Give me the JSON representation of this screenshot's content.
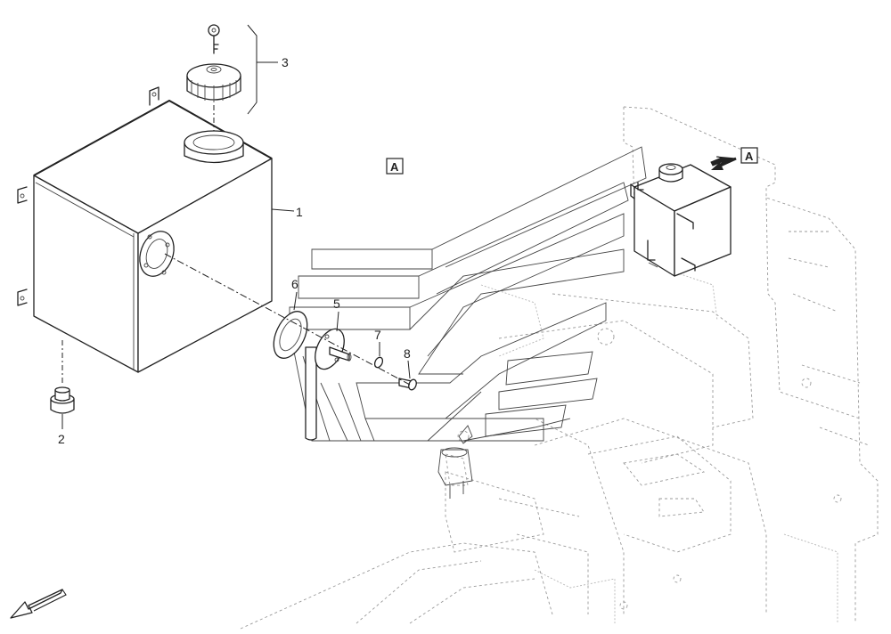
{
  "callouts": [
    {
      "id": "1",
      "label": "1"
    },
    {
      "id": "2",
      "label": "2"
    },
    {
      "id": "3",
      "label": "3"
    },
    {
      "id": "5",
      "label": "5"
    },
    {
      "id": "6",
      "label": "6"
    },
    {
      "id": "7",
      "label": "7"
    },
    {
      "id": "8",
      "label": "8"
    }
  ],
  "view_markers": [
    {
      "id": "detail",
      "label": "A"
    },
    {
      "id": "arrow",
      "label": "A"
    }
  ],
  "icons": [
    "key-icon",
    "direction-arrow-icon",
    "view-arrow-icon"
  ]
}
